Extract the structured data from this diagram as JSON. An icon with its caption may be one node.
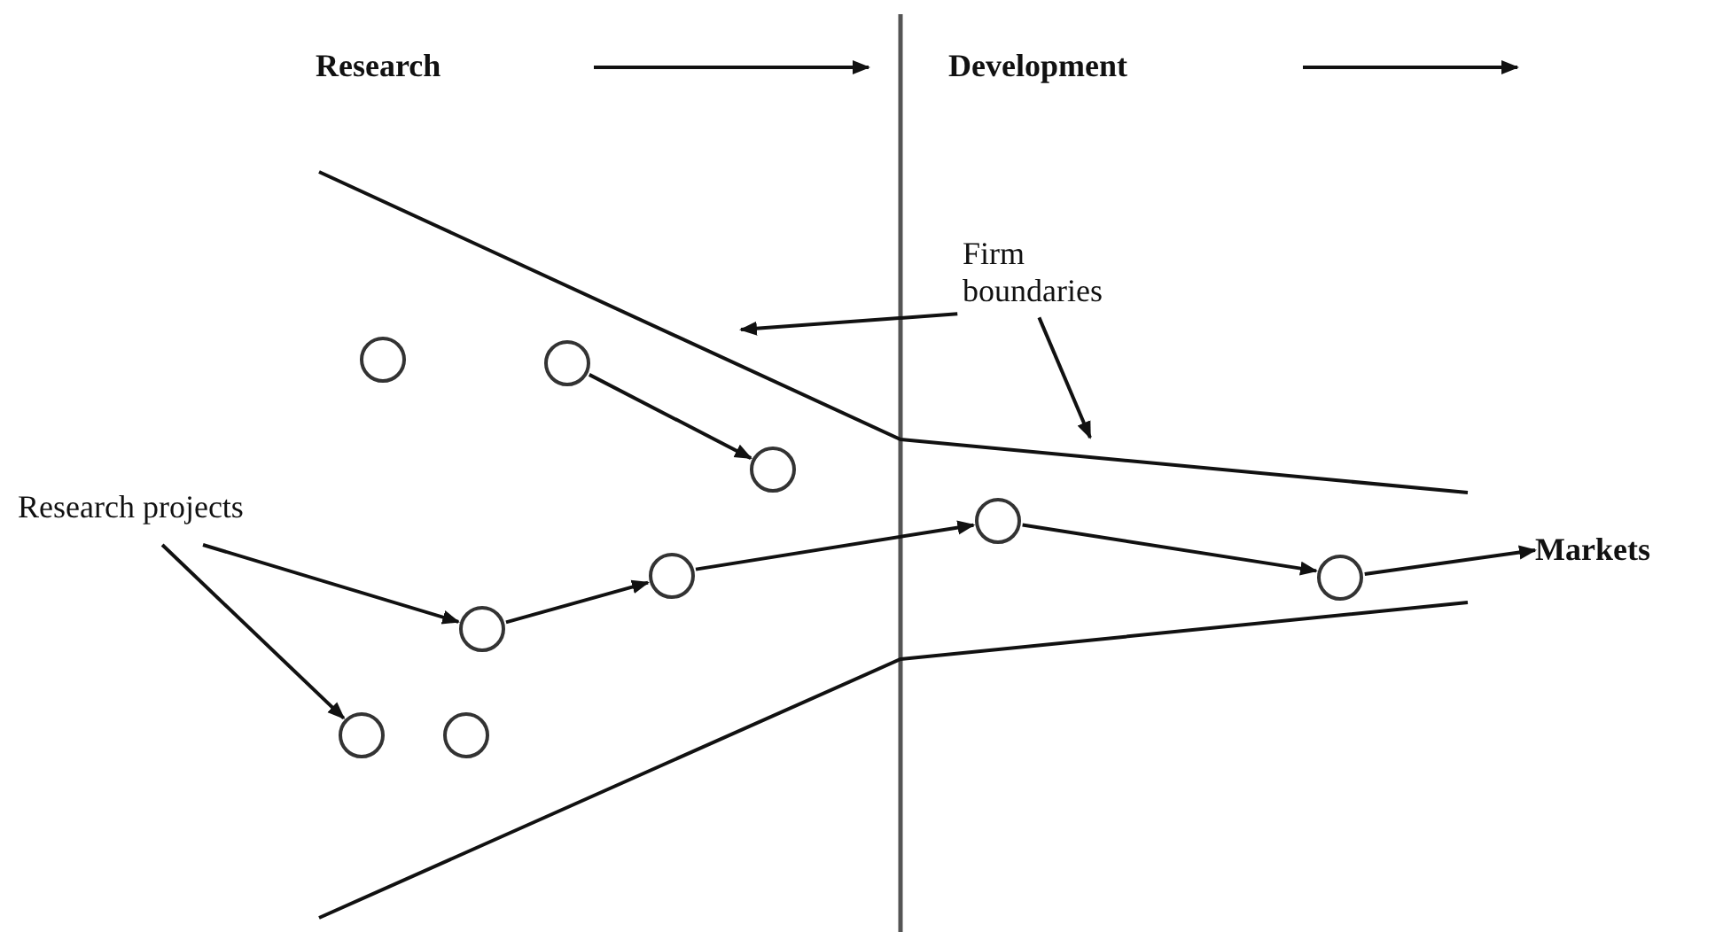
{
  "diagram": {
    "nodes": [
      {
        "text": [
          "Research projects"
        ]
      },
      {
        "text": [],
        "shape": "circle"
      },
      {
        "text": [],
        "shape": "circle"
      },
      {
        "text": [],
        "shape": "circle"
      },
      {
        "text": [],
        "shape": "circle"
      },
      {
        "text": [],
        "shape": "circle"
      },
      {
        "text": [],
        "shape": "circle"
      },
      {
        "text": [],
        "shape": "circle"
      },
      {
        "text": [],
        "shape": "circle"
      },
      {
        "text": [],
        "shape": "circle"
      },
      {
        "text": [
          "Markets"
        ]
      },
      {
        "text": [
          "Firm boundaries"
        ]
      }
    ],
    "edges": [
      {
        "from": 2,
        "to": 3,
        "arrow": "to"
      },
      {
        "from": 0,
        "to": 4,
        "arrow": "to"
      },
      {
        "from": 0,
        "to": 6,
        "arrow": "to"
      },
      {
        "from": 4,
        "to": 5,
        "arrow": "to"
      },
      {
        "from": 5,
        "to": 8,
        "arrow": "to"
      },
      {
        "from": 8,
        "to": 9,
        "arrow": "to"
      },
      {
        "from": 9,
        "to": 10,
        "arrow": "to"
      },
      {
        "from": 11,
        "to": null,
        "arrow": "to"
      },
      {
        "from": 11,
        "to": null,
        "arrow": "to"
      }
    ],
    "labels": [
      "Research",
      "Development"
    ]
  }
}
